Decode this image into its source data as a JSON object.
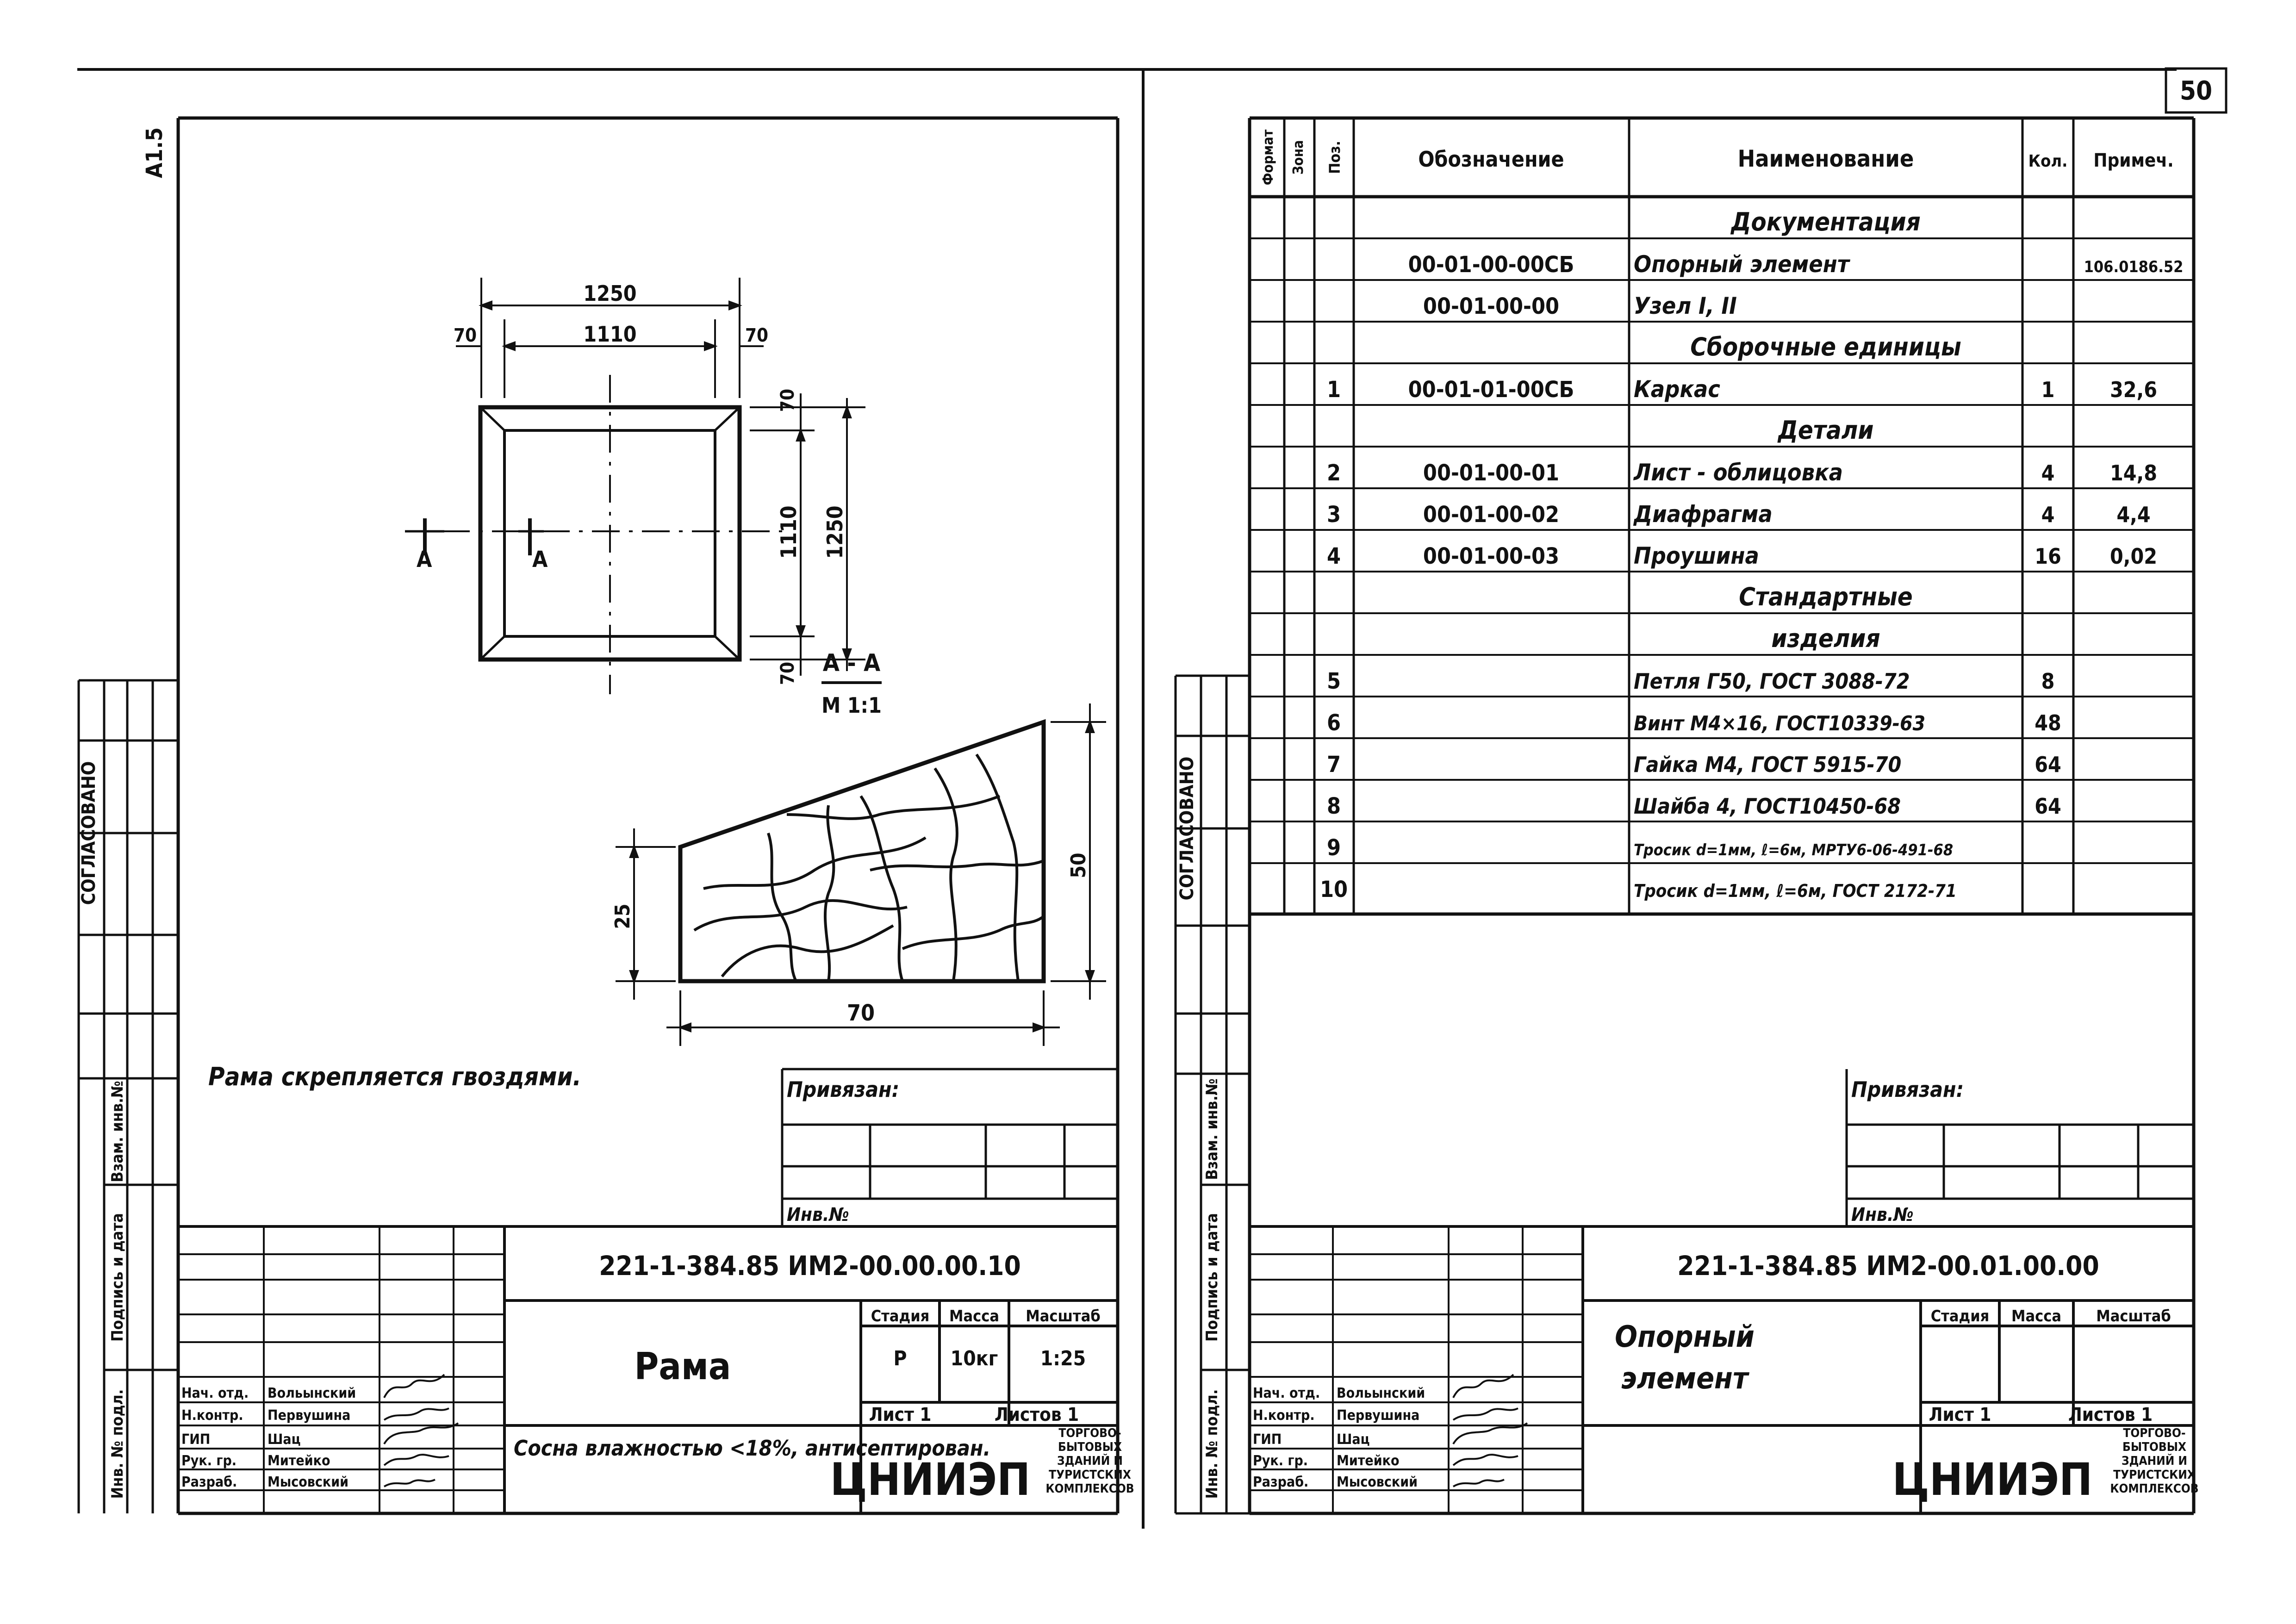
{
  "page_number": "50",
  "left": {
    "corner_tag": "A1.5",
    "dims": {
      "top_outer": "1250",
      "top_inner": "1110",
      "side_left": "70",
      "side_right": "70",
      "right_outer": "1250",
      "right_inner": "1110",
      "right_top": "70",
      "right_bottom": "70"
    },
    "section_marks": {
      "a": "A",
      "a2": "A"
    },
    "section_title": "А - А",
    "section_scale": "М 1:1",
    "section_dims": {
      "left": "25",
      "right": "50",
      "bottom": "70"
    },
    "note": "Рама скрепляется гвоздями.",
    "side_labels": {
      "agreed": "СОГЛАСОВАНО",
      "inv": "Инв. № подл.",
      "sign": "Подпись и дата",
      "vzam": "Взам. инв.№"
    },
    "privyazan": "Привязан:",
    "inv_no": "Инв.№",
    "doc_code": "221-1-384.85 ИМ2-00.00.00.10",
    "title": "Рама",
    "material": "Сосна влажностью <18%, антисептирован.",
    "stage_hdr": "Стадия",
    "mass_hdr": "Масса",
    "scale_hdr": "Масштаб",
    "stage": "Р",
    "mass": "10кг",
    "scale": "1:25",
    "sheet": "Лист 1",
    "sheets": "Листов 1",
    "org": "ЦНИИЭП",
    "org_desc": [
      "ТОРГОВО-",
      "БЫТОВЫХ",
      "ЗДАНИЙ И",
      "ТУРИСТСКИХ",
      "КОМПЛЕКСОВ"
    ],
    "people": [
      {
        "role": "Нач. отд.",
        "name": "Вольынский"
      },
      {
        "role": "Н.контр.",
        "name": "Первушина"
      },
      {
        "role": "ГИП",
        "name": "Шац"
      },
      {
        "role": "Рук. гр.",
        "name": "Митейко"
      },
      {
        "role": "Разраб.",
        "name": "Мысовский"
      }
    ]
  },
  "right": {
    "side_labels": {
      "agreed": "СОГЛАСОВАНО",
      "inv": "Инв. № подл.",
      "sign": "Подпись и дата",
      "vzam": "Взам. инв.№"
    },
    "headers": {
      "format": "Формат",
      "zone": "Зона",
      "pos": "Поз.",
      "designation": "Обозначение",
      "name": "Наименование",
      "qty": "Кол.",
      "note": "Примеч."
    },
    "rows": [
      {
        "pos": "",
        "designation": "",
        "name": "Документация",
        "qty": "",
        "note": "",
        "section": true
      },
      {
        "pos": "",
        "designation": "00-01-00-00СБ",
        "name": "Опорный элемент",
        "qty": "",
        "note": "106.0186.52",
        "section": false
      },
      {
        "pos": "",
        "designation": "00-01-00-00",
        "name": "Узел I, II",
        "qty": "",
        "note": "",
        "section": false
      },
      {
        "pos": "",
        "designation": "",
        "name": "Сборочные единицы",
        "qty": "",
        "note": "",
        "section": true
      },
      {
        "pos": "1",
        "designation": "00-01-01-00СБ",
        "name": "Каркас",
        "qty": "1",
        "note": "32,6",
        "section": false
      },
      {
        "pos": "",
        "designation": "",
        "name": "Детали",
        "qty": "",
        "note": "",
        "section": true
      },
      {
        "pos": "2",
        "designation": "00-01-00-01",
        "name": "Лист - облицовка",
        "qty": "4",
        "note": "14,8",
        "section": false
      },
      {
        "pos": "3",
        "designation": "00-01-00-02",
        "name": "Диафрагма",
        "qty": "4",
        "note": "4,4",
        "section": false
      },
      {
        "pos": "4",
        "designation": "00-01-00-03",
        "name": "Проушина",
        "qty": "16",
        "note": "0,02",
        "section": false
      },
      {
        "pos": "",
        "designation": "",
        "name": "Стандартные",
        "qty": "",
        "note": "",
        "section": true
      },
      {
        "pos": "",
        "designation": "",
        "name": "изделия",
        "qty": "",
        "note": "",
        "section": true
      },
      {
        "pos": "5",
        "designation": "",
        "name": "Петля Г50, ГОСТ 3088-72",
        "qty": "8",
        "note": "",
        "section": false
      },
      {
        "pos": "6",
        "designation": "",
        "name": "Винт М4×16, ГОСТ10339-63",
        "qty": "48",
        "note": "",
        "section": false
      },
      {
        "pos": "7",
        "designation": "",
        "name": "Гайка М4, ГОСТ 5915-70",
        "qty": "64",
        "note": "",
        "section": false
      },
      {
        "pos": "8",
        "designation": "",
        "name": "Шайба 4, ГОСТ10450-68",
        "qty": "64",
        "note": "",
        "section": false
      },
      {
        "pos": "9",
        "designation": "",
        "name": "Тросик d=1мм, ℓ=6м, МРТУ6-06-491-68",
        "qty": "",
        "note": "",
        "section": false
      },
      {
        "pos": "10",
        "designation": "",
        "name": "Тросик d=1мм, ℓ=6м, ГОСТ 2172-71",
        "qty": "",
        "note": "",
        "section": false
      }
    ],
    "privyazan": "Привязан:",
    "inv_no": "Инв.№",
    "doc_code": "221-1-384.85 ИМ2-00.01.00.00",
    "title_1": "Опорный",
    "title_2": "элемент",
    "stage_hdr": "Стадия",
    "mass_hdr": "Масса",
    "scale_hdr": "Масштаб",
    "sheet": "Лист 1",
    "sheets": "Листов 1",
    "org": "ЦНИИЭП",
    "org_desc": [
      "ТОРГОВО-",
      "БЫТОВЫХ",
      "ЗДАНИЙ И",
      "ТУРИСТСКИХ",
      "КОМПЛЕКСОВ"
    ],
    "people": [
      {
        "role": "Нач. отд.",
        "name": "Вольынский"
      },
      {
        "role": "Н.контр.",
        "name": "Первушина"
      },
      {
        "role": "ГИП",
        "name": "Шац"
      },
      {
        "role": "Рук. гр.",
        "name": "Митейко"
      },
      {
        "role": "Разраб.",
        "name": "Мысовский"
      }
    ]
  }
}
